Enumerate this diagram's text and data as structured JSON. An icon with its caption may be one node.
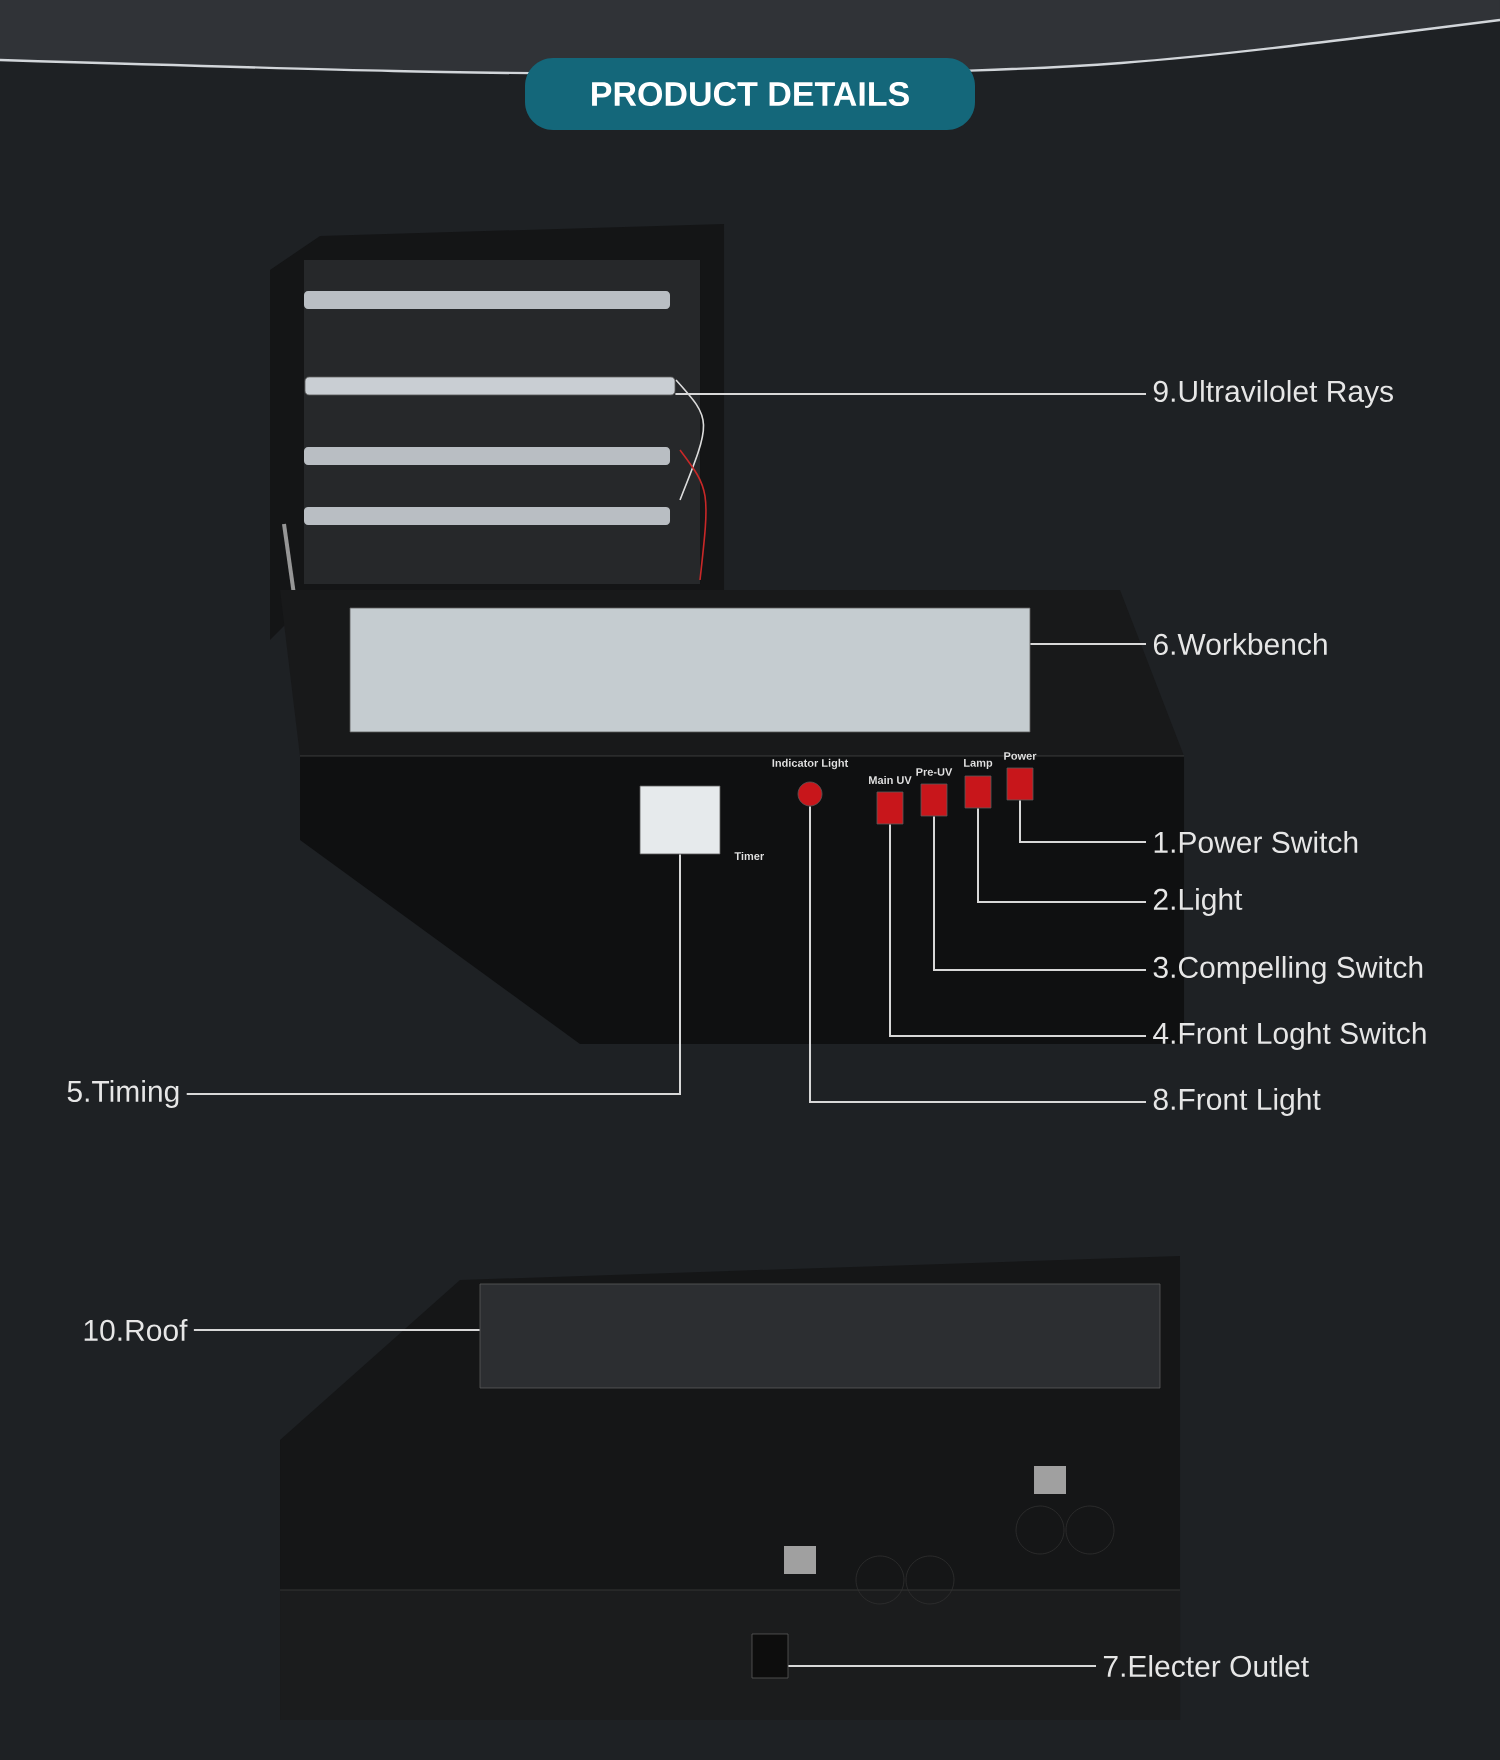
{
  "diagram": {
    "title": "PRODUCT DETAILS",
    "nodes": [
      {
        "text": [
          "9.Ultravilolet Rays"
        ]
      },
      {
        "text": [
          "6.Workbench"
        ]
      },
      {
        "text": [
          "1.Power Switch"
        ]
      },
      {
        "text": [
          "2.Light"
        ]
      },
      {
        "text": [
          "3.Compelling Switch"
        ]
      },
      {
        "text": [
          "4.Front Loght Switch"
        ]
      },
      {
        "text": [
          "5.Timing"
        ]
      },
      {
        "text": [
          "8.Front Light"
        ]
      },
      {
        "text": [
          "10.Roof"
        ]
      },
      {
        "text": [
          "7.Electer Outlet"
        ]
      },
      {
        "text": [],
        "shape": "bar"
      },
      {
        "text": [],
        "shape": "box"
      },
      {
        "text": [],
        "shape": "box"
      },
      {
        "text": [],
        "shape": "box"
      },
      {
        "text": [],
        "shape": "box"
      },
      {
        "text": [],
        "shape": "box"
      },
      {
        "text": [],
        "shape": "box"
      },
      {
        "text": [],
        "shape": "circle"
      },
      {
        "text": [],
        "shape": "box"
      },
      {
        "text": [],
        "shape": "box"
      }
    ],
    "edges": [
      {
        "from": 0,
        "to": 10,
        "arrow": "none"
      },
      {
        "from": 1,
        "to": 11,
        "arrow": "none"
      },
      {
        "from": 2,
        "to": 12,
        "arrow": "none"
      },
      {
        "from": 3,
        "to": 13,
        "arrow": "none"
      },
      {
        "from": 4,
        "to": 14,
        "arrow": "none"
      },
      {
        "from": 5,
        "to": 15,
        "arrow": "none"
      },
      {
        "from": 6,
        "to": 16,
        "arrow": "none"
      },
      {
        "from": 7,
        "to": 17,
        "arrow": "none"
      },
      {
        "from": 8,
        "to": 18,
        "arrow": "none"
      },
      {
        "from": 9,
        "to": 19,
        "arrow": "none"
      }
    ],
    "labels": [
      "Indicator Light",
      "Main UV",
      "Pre-UV",
      "Lamp",
      "Power",
      "Timer"
    ]
  }
}
